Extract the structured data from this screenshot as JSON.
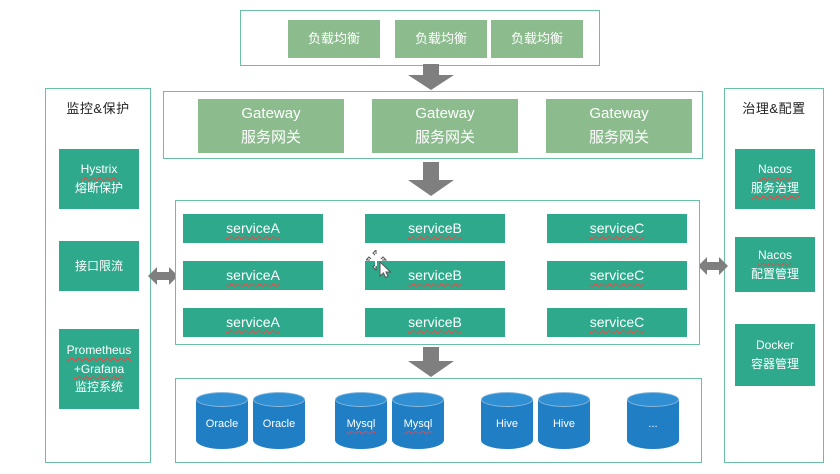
{
  "colors": {
    "green_block": "#8cbc8e",
    "teal_block": "#2ea98c",
    "database_blue": "#1f7ec4",
    "arrow_gray": "#7f7f7f",
    "box_border": "#6bbfa3",
    "spellcheck_red": "#ff4040"
  },
  "load_balancers": [
    "负载均衡",
    "负载均衡",
    "负载均衡"
  ],
  "gateways": [
    {
      "name": "Gateway",
      "subtitle": "服务网关"
    },
    {
      "name": "Gateway",
      "subtitle": "服务网关"
    },
    {
      "name": "Gateway",
      "subtitle": "服务网关"
    }
  ],
  "left_panel": {
    "title": "监控&保护",
    "items": [
      {
        "line1": "Hystrix",
        "line2": "熔断保护"
      },
      {
        "line1": "接口限流"
      },
      {
        "line1": "Prometheus",
        "line2": "+Grafana",
        "line3": "监控系统"
      }
    ]
  },
  "right_panel": {
    "title": "治理&配置",
    "items": [
      {
        "line1": "Nacos",
        "line2": "服务治理"
      },
      {
        "line1": "Nacos",
        "line2": "配置管理"
      },
      {
        "line1": "Docker",
        "line2": "容器管理"
      }
    ]
  },
  "services": {
    "rows": [
      [
        "serviceA",
        "serviceB",
        "serviceC"
      ],
      [
        "serviceA",
        "serviceB",
        "serviceC"
      ],
      [
        "serviceA",
        "serviceB",
        "serviceC"
      ]
    ]
  },
  "databases": [
    "Oracle",
    "Oracle",
    "Mysql",
    "Mysql",
    "Hive",
    "Hive",
    "..."
  ],
  "cursor": {
    "icon": "move-cursor-icon"
  }
}
